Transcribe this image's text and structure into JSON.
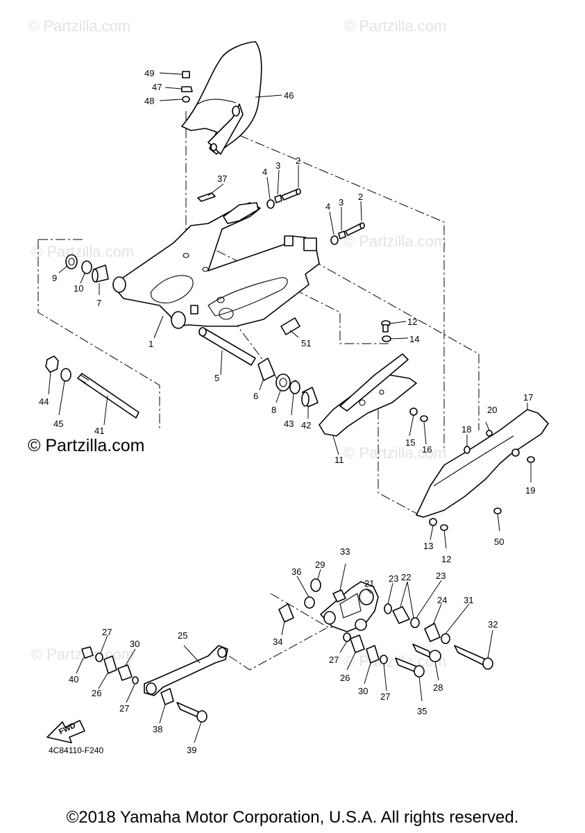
{
  "watermark": "© Partzilla.com",
  "watermark_main": "© Partzilla.com",
  "diagram_code": "4C84110-F240",
  "copyright": "©2018 Yamaha Motor Corporation, U.S.A. All rights reserved.",
  "fwd_label": "FWD",
  "callouts": [
    "1",
    "2",
    "3",
    "4",
    "5",
    "6",
    "7",
    "8",
    "9",
    "10",
    "11",
    "12",
    "13",
    "14",
    "15",
    "16",
    "17",
    "18",
    "19",
    "20",
    "21",
    "22",
    "23",
    "24",
    "25",
    "26",
    "27",
    "28",
    "29",
    "30",
    "31",
    "32",
    "33",
    "34",
    "35",
    "36",
    "37",
    "38",
    "39",
    "40",
    "41",
    "42",
    "43",
    "44",
    "45",
    "46",
    "47",
    "48",
    "49",
    "50",
    "51"
  ]
}
